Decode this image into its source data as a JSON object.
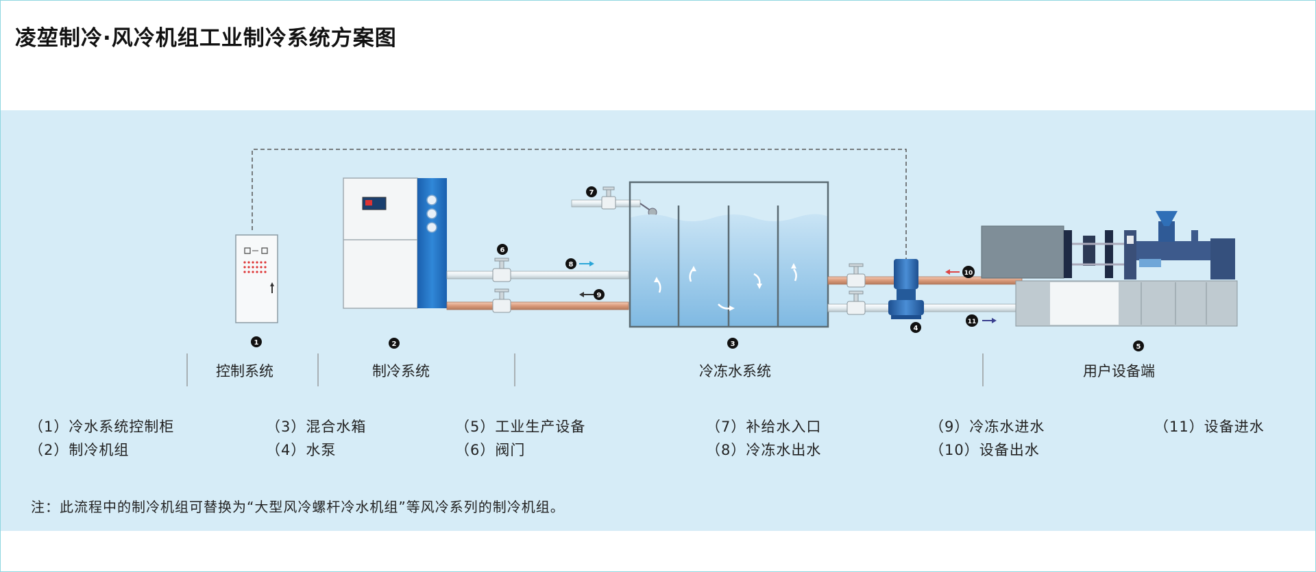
{
  "title": "凌堃制冷·风冷机组工业制冷系统方案图",
  "sections": {
    "control": "控制系统",
    "chiller": "制冷系统",
    "chilled_water": "冷冻水系统",
    "user_side": "用户设备端"
  },
  "markers": {
    "m1": "1",
    "m2": "2",
    "m3": "3",
    "m4": "4",
    "m5": "5",
    "m6": "6",
    "m7": "7",
    "m8": "8",
    "m9": "9",
    "m10": "10",
    "m11": "11"
  },
  "legend": {
    "l1": "（1）冷水系统控制柜",
    "l2": "（2）制冷机组",
    "l3": "（3）混合水箱",
    "l4": "（4）水泵",
    "l5": "（5）工业生产设备",
    "l6": "（6）阀门",
    "l7": "（7）补给水入口",
    "l8": "（8）冷冻水出水",
    "l9": "（9）冷冻水进水",
    "l10": "（10）设备出水",
    "l11": "（11）设备进水"
  },
  "note": "注：此流程中的制冷机组可替换为“大型风冷螺杆冷水机组”等风冷系列的制冷机组。",
  "colors": {
    "panel_bg": "#d6ecf7",
    "water": "#8ec5e8",
    "cabinet_blue": "#1f6fc0",
    "pipe_copper": "#d99a7a",
    "machine_gray": "#7f8e98",
    "pump_blue": "#2b6cb5"
  }
}
